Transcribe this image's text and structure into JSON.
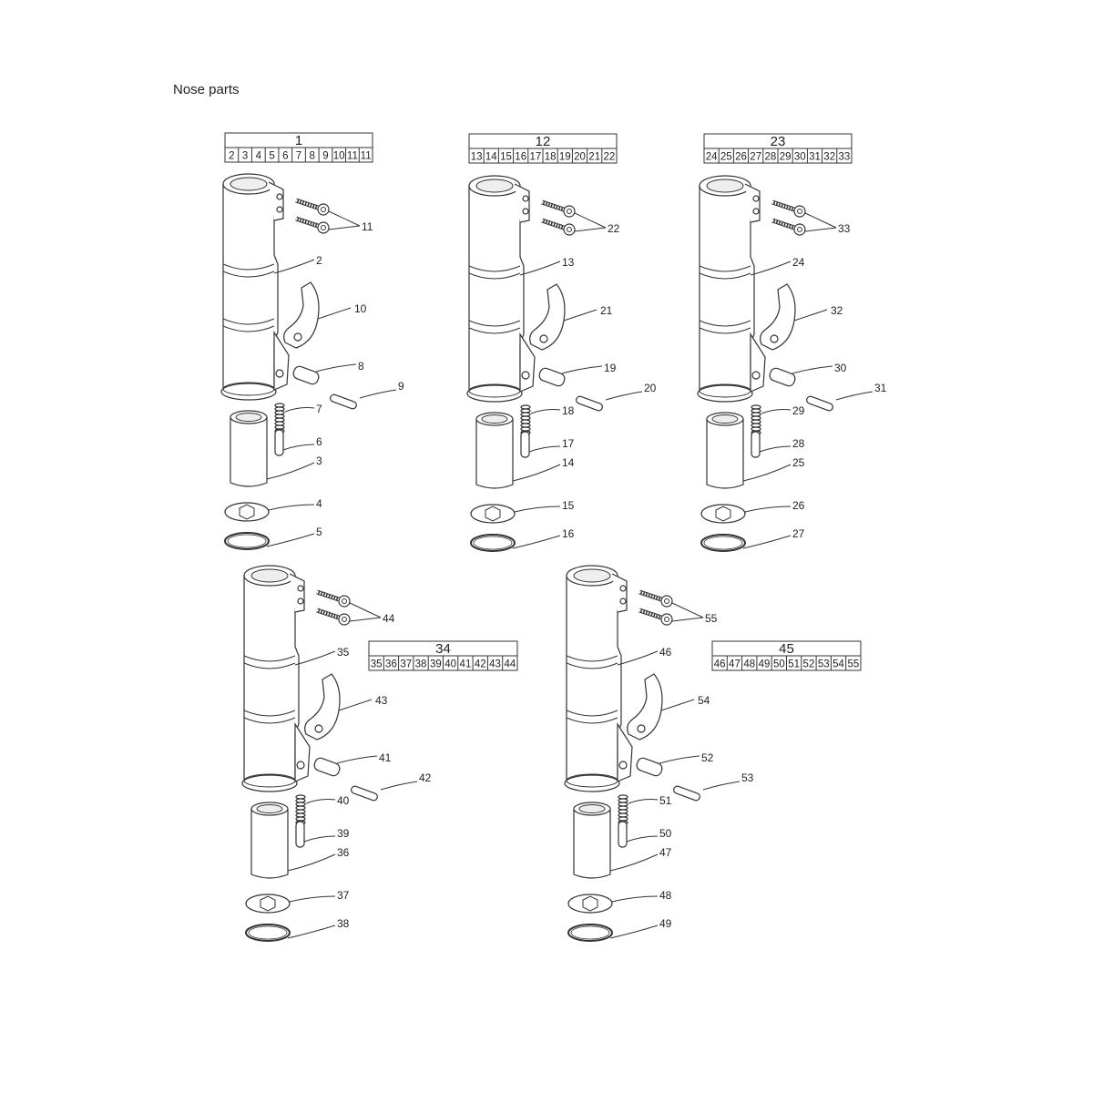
{
  "title": "Nose parts",
  "assemblies": [
    {
      "id": "1",
      "kit": "1",
      "kit_items": [
        "2",
        "3",
        "4",
        "5",
        "6",
        "7",
        "8",
        "9",
        "10",
        "11",
        "11"
      ],
      "labels": {
        "bolts": "11",
        "body": "2",
        "latch": "10",
        "sleeve": "8",
        "pin": "9",
        "spring": "7",
        "plunger": "6",
        "bushing": "3",
        "washer": "4",
        "ring": "5"
      }
    },
    {
      "id": "12",
      "kit": "12",
      "kit_items": [
        "13",
        "14",
        "15",
        "16",
        "17",
        "18",
        "19",
        "20",
        "21",
        "22"
      ],
      "labels": {
        "bolts": "22",
        "body": "13",
        "latch": "21",
        "sleeve": "19",
        "pin": "20",
        "spring": "18",
        "plunger": "17",
        "bushing": "14",
        "washer": "15",
        "ring": "16"
      }
    },
    {
      "id": "23",
      "kit": "23",
      "kit_items": [
        "24",
        "25",
        "26",
        "27",
        "28",
        "29",
        "30",
        "31",
        "32",
        "33"
      ],
      "labels": {
        "bolts": "33",
        "body": "24",
        "latch": "32",
        "sleeve": "30",
        "pin": "31",
        "spring": "29",
        "plunger": "28",
        "bushing": "25",
        "washer": "26",
        "ring": "27"
      }
    },
    {
      "id": "34",
      "kit": "34",
      "kit_items": [
        "35",
        "36",
        "37",
        "38",
        "39",
        "40",
        "41",
        "42",
        "43",
        "44"
      ],
      "labels": {
        "bolts": "44",
        "body": "35",
        "latch": "43",
        "sleeve": "41",
        "pin": "42",
        "spring": "40",
        "plunger": "39",
        "bushing": "36",
        "washer": "37",
        "ring": "38"
      }
    },
    {
      "id": "45",
      "kit": "45",
      "kit_items": [
        "46",
        "47",
        "48",
        "49",
        "50",
        "51",
        "52",
        "53",
        "54",
        "55"
      ],
      "labels": {
        "bolts": "55",
        "body": "46",
        "latch": "54",
        "sleeve": "52",
        "pin": "53",
        "spring": "51",
        "plunger": "50",
        "bushing": "47",
        "washer": "48",
        "ring": "49"
      }
    }
  ]
}
